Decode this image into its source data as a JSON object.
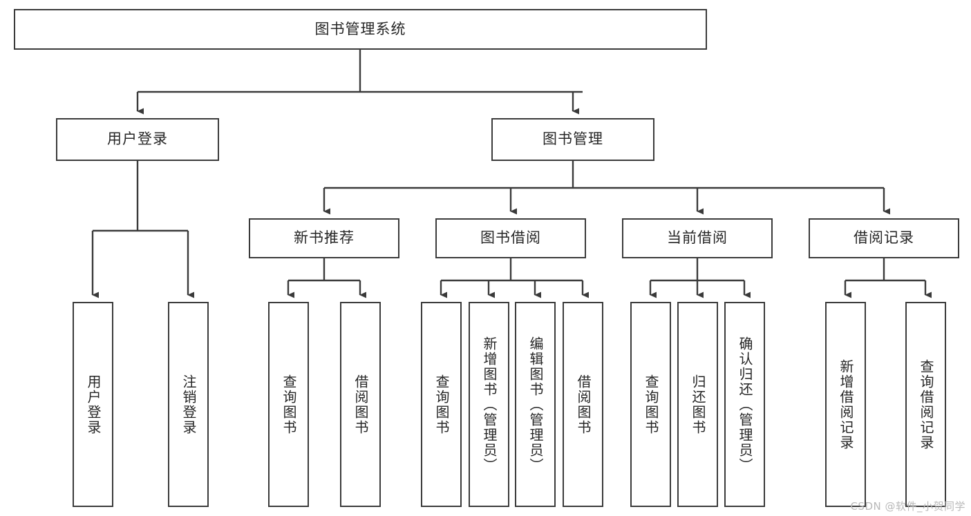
{
  "diagram": {
    "title": "图书管理系统",
    "type": "tree",
    "style": {
      "box_border_color": "#3a3a3a",
      "box_fill_color": "#ffffff",
      "connector_color": "#3a3a3a",
      "text_color": "#262626",
      "background": "#ffffff"
    },
    "root": {
      "label": "图书管理系统",
      "orientation": "horizontal"
    },
    "level2": [
      {
        "label": "用户登录",
        "orientation": "horizontal"
      },
      {
        "label": "图书管理",
        "orientation": "horizontal"
      }
    ],
    "level3": [
      {
        "label": "新书推荐",
        "orientation": "horizontal",
        "parent": "图书管理"
      },
      {
        "label": "图书借阅",
        "orientation": "horizontal",
        "parent": "图书管理"
      },
      {
        "label": "当前借阅",
        "orientation": "horizontal",
        "parent": "图书管理"
      },
      {
        "label": "借阅记录",
        "orientation": "horizontal",
        "parent": "图书管理"
      }
    ],
    "leaves": {
      "user_login": [
        {
          "label": "用户登录",
          "orientation": "vertical"
        },
        {
          "label": "注销登录",
          "orientation": "vertical"
        }
      ],
      "new_book_recommend": [
        {
          "label": "查询图书",
          "orientation": "vertical"
        },
        {
          "label": "借阅图书",
          "orientation": "vertical"
        }
      ],
      "book_borrow": [
        {
          "label": "查询图书",
          "orientation": "vertical"
        },
        {
          "label": "新增图书（管理员）",
          "orientation": "vertical"
        },
        {
          "label": "编辑图书（管理员）",
          "orientation": "vertical"
        },
        {
          "label": "借阅图书",
          "orientation": "vertical"
        }
      ],
      "current_borrow": [
        {
          "label": "查询图书",
          "orientation": "vertical"
        },
        {
          "label": "归还图书",
          "orientation": "vertical"
        },
        {
          "label": "确认归还（管理员）",
          "orientation": "vertical"
        }
      ],
      "borrow_record": [
        {
          "label": "新增借阅记录",
          "orientation": "vertical"
        },
        {
          "label": "查询借阅记录",
          "orientation": "vertical"
        }
      ]
    }
  },
  "watermark": {
    "text": "CSDN @软件_小贺同学"
  }
}
